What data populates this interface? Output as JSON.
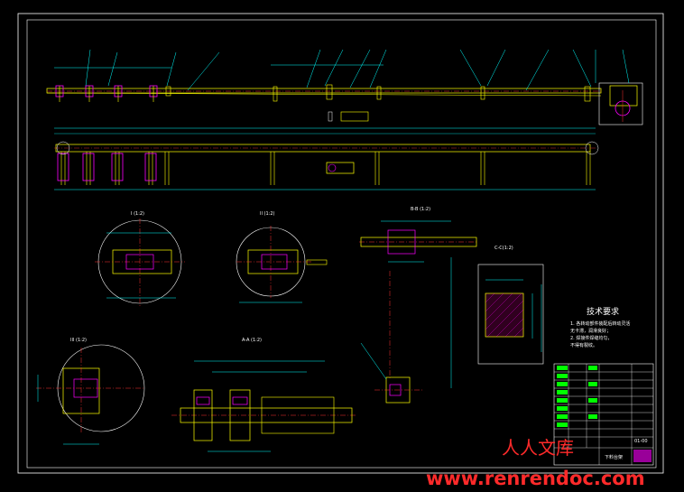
{
  "drawing": {
    "colors": {
      "background": "#000000",
      "frame": "#ffffff",
      "dimension": "#00ffff",
      "centerline": "#ff3030",
      "part": "#ffff00",
      "hatch": "#ff00ff",
      "leader": "#00ff00",
      "watermark": "#ff2a2a"
    },
    "section_labels": {
      "detail_1": "I (1:2)",
      "detail_2": "II (1:2)",
      "section_b": "B-B (1:2)",
      "section_c": "C-C(1:2)",
      "detail_3": "III (1:2)",
      "section_a": "A-A (1:2)"
    },
    "tech_requirements": {
      "title": "技术要求",
      "lines": [
        "1. 各转动部件装配后转动灵活",
        "   无卡滞，润滑良好；",
        "2. 焊接件焊缝均匀，",
        "   不得有裂纹。"
      ]
    },
    "title_block": {
      "drawing_name": "下料台架",
      "drawing_no": "01-00"
    },
    "watermark": {
      "cn": "人人文库",
      "url": "www.renrendoc.com"
    }
  }
}
